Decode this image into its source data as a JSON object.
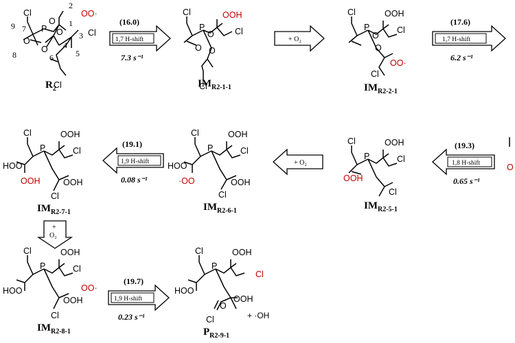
{
  "compounds": {
    "r2": {
      "label_main": "R",
      "label_sub": "2"
    },
    "im211": {
      "label_main": "IM",
      "label_sub": "R2-1-1"
    },
    "im221": {
      "label_main": "IM",
      "label_sub": "R2-2-1"
    },
    "im251": {
      "label_main": "IM",
      "label_sub": "R2-5-1"
    },
    "im261": {
      "label_main": "IM",
      "label_sub": "R2-6-1"
    },
    "im271": {
      "label_main": "IM",
      "label_sub": "R2-7-1"
    },
    "im281": {
      "label_main": "IM",
      "label_sub": "R2-8-1"
    },
    "p291": {
      "label_main": "P",
      "label_sub": "R2-9-1"
    }
  },
  "atoms": {
    "cl": "Cl",
    "p": "P",
    "o": "O",
    "ooh": "OOH",
    "hoo": "HOO",
    "oo_radical": "OO·",
    "oo_rad_left": "·OO"
  },
  "r2_numbers": [
    "1",
    "2",
    "3",
    "4",
    "5",
    "6",
    "7",
    "8",
    "9"
  ],
  "arrows": {
    "a1": {
      "energy": "(16.0)",
      "shift": "1,7 H-shift",
      "rate": "7.3 s⁻¹"
    },
    "a2": {
      "text": "+ O₂"
    },
    "a3": {
      "energy": "(17.6)",
      "shift": "1,7 H-shift",
      "rate": "6.2 s⁻¹"
    },
    "a4": {
      "energy": "(19.3)",
      "shift": "1,8 H-shift",
      "rate": "0.65 s⁻¹"
    },
    "a5": {
      "text": "+ O₂"
    },
    "a6": {
      "energy": "(19.1)",
      "shift": "1,9 H-shift",
      "rate": "0.08 s⁻¹"
    },
    "a7": {
      "plus": "+",
      "o2": "O₂"
    },
    "a8": {
      "energy": "(19.7)",
      "shift": "1,9 H-shift",
      "rate": "0.23 s⁻¹"
    }
  },
  "coproduct": "+ ·OH"
}
